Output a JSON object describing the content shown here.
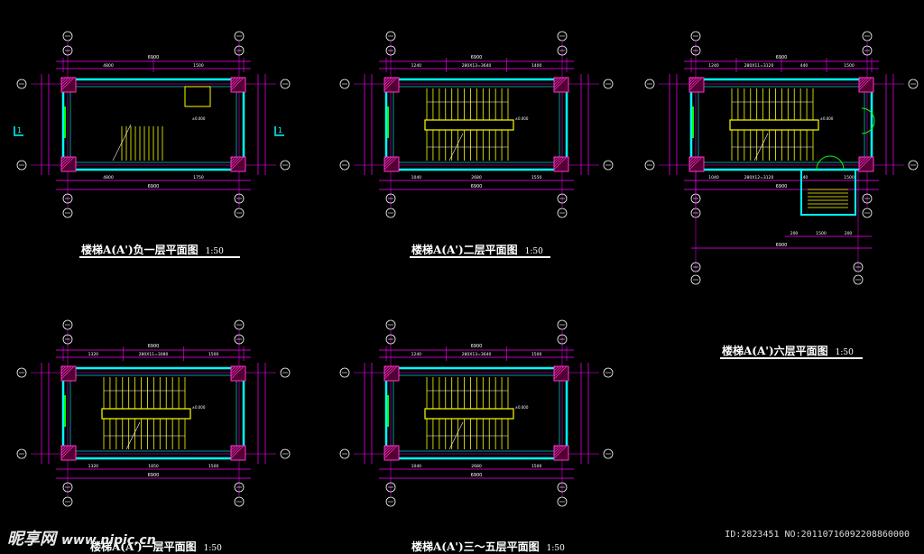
{
  "titles": [
    {
      "id": "b1",
      "text": "楼梯A(A')负一层平面图",
      "scale": "1:50"
    },
    {
      "id": "f2",
      "text": "楼梯A(A')二层平面图",
      "scale": "1:50"
    },
    {
      "id": "f6",
      "text": "楼梯A(A')六层平面图",
      "scale": "1:50"
    },
    {
      "id": "f1",
      "text": "楼梯A(A')一层平面图",
      "scale": "1:50"
    },
    {
      "id": "f35",
      "text": "楼梯A(A')三～五层平面图",
      "scale": "1:50"
    }
  ],
  "watermark": {
    "brand": "昵享网",
    "url": "www.nipic.cn"
  },
  "image_id": "ID:2823451 NO:20110716092208860000",
  "section_mark": "1",
  "plans": [
    {
      "id": "b1",
      "dims": {
        "total": "6900",
        "top": [
          "4800",
          "1500"
        ],
        "bottom": [
          "4800",
          "1750"
        ]
      },
      "stair": "lower"
    },
    {
      "id": "f2",
      "dims": {
        "total": "6900",
        "top": [
          "1240",
          "280X13=3640",
          "1400"
        ],
        "bottom": [
          "1040",
          "2680",
          "1550"
        ]
      },
      "stair": "full"
    },
    {
      "id": "f6",
      "dims": {
        "total": "6900",
        "top": [
          "1240",
          "280X11=3120",
          "440",
          "1500"
        ],
        "bottom": [
          "1040",
          "280X12=3120",
          "440",
          "1500"
        ],
        "ext": [
          "200",
          "1500",
          "200"
        ]
      },
      "stair": "full"
    },
    {
      "id": "f1",
      "dims": {
        "total": "6900",
        "top": [
          "1320",
          "280X11=3080",
          "1500"
        ],
        "bottom": [
          "1320",
          "1850",
          "1500"
        ]
      },
      "stair": "full"
    },
    {
      "id": "f35",
      "dims": {
        "total": "6900",
        "top": [
          "1240",
          "280X13=3640",
          "1500"
        ],
        "bottom": [
          "1040",
          "2680",
          "1500"
        ]
      },
      "stair": "full"
    }
  ],
  "colors": {
    "magenta": "#ff00ff",
    "cyan": "#00ffff",
    "yellow": "#ffff00",
    "green": "#00ff00",
    "white": "#ffffff",
    "hatch": "#ff33cc"
  }
}
